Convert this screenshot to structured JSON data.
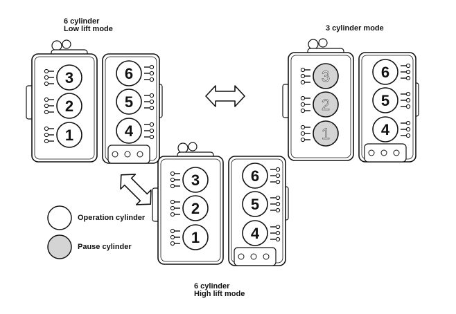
{
  "engines": [
    {
      "id": "low-lift",
      "caption_line1": "6 cylinder",
      "caption_line2": "Low lift mode",
      "left_bank": [
        {
          "label": "3",
          "state": "operation"
        },
        {
          "label": "2",
          "state": "operation"
        },
        {
          "label": "1",
          "state": "operation"
        }
      ],
      "right_bank": [
        {
          "label": "6",
          "state": "operation"
        },
        {
          "label": "5",
          "state": "operation"
        },
        {
          "label": "4",
          "state": "operation"
        }
      ]
    },
    {
      "id": "three-cylinder",
      "caption_line1": "3 cylinder mode",
      "caption_line2": "",
      "left_bank": [
        {
          "label": "3",
          "state": "pause"
        },
        {
          "label": "2",
          "state": "pause"
        },
        {
          "label": "1",
          "state": "pause"
        }
      ],
      "right_bank": [
        {
          "label": "6",
          "state": "operation"
        },
        {
          "label": "5",
          "state": "operation"
        },
        {
          "label": "4",
          "state": "operation"
        }
      ]
    },
    {
      "id": "high-lift",
      "caption_line1": "6 cylinder",
      "caption_line2": "High lift mode",
      "left_bank": [
        {
          "label": "3",
          "state": "operation"
        },
        {
          "label": "2",
          "state": "operation"
        },
        {
          "label": "1",
          "state": "operation"
        }
      ],
      "right_bank": [
        {
          "label": "6",
          "state": "operation"
        },
        {
          "label": "5",
          "state": "operation"
        },
        {
          "label": "4",
          "state": "operation"
        }
      ]
    }
  ],
  "legend": {
    "operation": "Operation cylinder",
    "pause": "Pause cylinder"
  },
  "colors": {
    "operation_fill": "#ffffff",
    "pause_fill": "#d4d4d4",
    "outline": "#111111",
    "paused_text": "#ffffff"
  }
}
